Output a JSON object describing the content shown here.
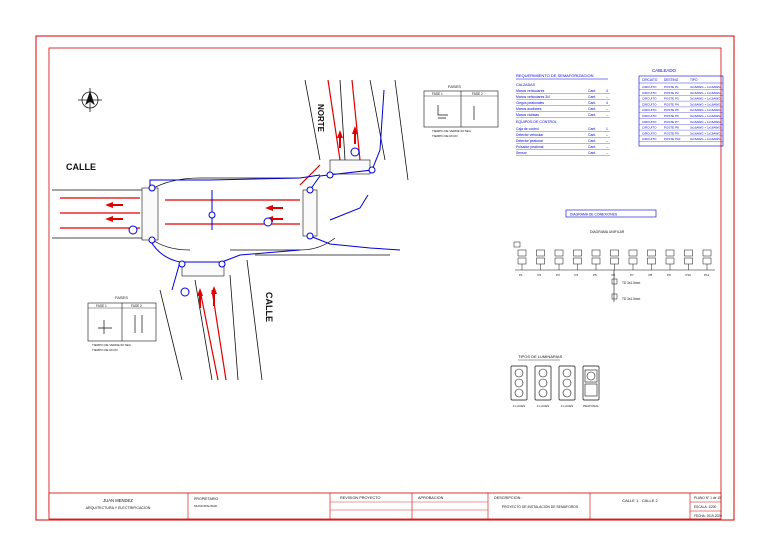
{
  "street_labels": {
    "calle_left": "CALLE",
    "calle_bottom": "CALLE",
    "norte": "NORTE"
  },
  "phase_box_top": {
    "title": "FASES",
    "phase1": "FASE 1",
    "phase2": "FASE 2",
    "legend1": "TIEMPO DE VERDE 60 SEG",
    "legend2": "TIEMPO DE ROJO"
  },
  "phase_box_bottom": {
    "title": "FASES",
    "phase1": "FASE 1",
    "phase2": "FASE 2",
    "legend1": "TIEMPO DE VERDE 60 SEG",
    "legend2": "TIEMPO DE ROJO"
  },
  "requirements": {
    "title": "REQUERIMIENTO DE SEMAFORIZACION",
    "section1": "CALZADAS",
    "rows1": [
      {
        "item": "Manos vehiculares",
        "unit": "Cant.",
        "qty": "4"
      },
      {
        "item": "Manos vehiculares 3/4",
        "unit": "Cant.",
        "qty": "--"
      },
      {
        "item": "Ciegos peatonales",
        "unit": "Cant.",
        "qty": "4"
      },
      {
        "item": "Manos auxiliares",
        "unit": "Cant.",
        "qty": "--"
      },
      {
        "item": "Manos ciclistas",
        "unit": "Cant.",
        "qty": "--"
      }
    ],
    "section2": "EQUIPOS DE CONTROL",
    "rows2": [
      {
        "item": "Caja de control",
        "unit": "Cant.",
        "qty": "1"
      },
      {
        "item": "Detector vehicular",
        "unit": "Cant.",
        "qty": "--"
      },
      {
        "item": "Detector peatonal",
        "unit": "Cant.",
        "qty": "--"
      },
      {
        "item": "Pulsador peatonal",
        "unit": "Cant.",
        "qty": "--"
      },
      {
        "item": "Sensor",
        "unit": "Cant.",
        "qty": "--"
      }
    ]
  },
  "cableado": {
    "title": "CABLEADO",
    "headers": [
      "CIRCUITO",
      "DESTINO",
      "TIPO"
    ],
    "rows": [
      [
        "CIRCUITO",
        "POSTE P1",
        "3x16AWG + 1x16AWG"
      ],
      [
        "CIRCUITO",
        "POSTE P2",
        "3x16AWG + 1x16AWG"
      ],
      [
        "CIRCUITO",
        "POSTE P3",
        "3x16AWG + 1x16AWG"
      ],
      [
        "CIRCUITO",
        "POSTE P4",
        "3x16AWG + 1x16AWG"
      ],
      [
        "CIRCUITO",
        "POSTE P5",
        "3x16AWG + 1x16AWG"
      ],
      [
        "CIRCUITO",
        "POSTE P6",
        "3x16AWG + 1x16AWG"
      ],
      [
        "CIRCUITO",
        "POSTE P7",
        "3x16AWG + 1x16AWG"
      ],
      [
        "CIRCUITO",
        "POSTE P8",
        "3x16AWG + 1x16AWG"
      ],
      [
        "CIRCUITO",
        "POSTE P9",
        "3x16AWG + 1x16AWG"
      ],
      [
        "CIRCUITO",
        "POSTE P10",
        "3x16AWG + 1x16AWG"
      ]
    ]
  },
  "wiring": {
    "title": "DIAGRAMA DE CONEXIONES",
    "subtitle": "DIAGRAMA UNIFILAR",
    "poles": [
      "P1",
      "P2",
      "P3",
      "P4",
      "P5",
      "P6",
      "P7",
      "P8",
      "P9",
      "P10",
      "P11"
    ],
    "note1": "TD 3x1.5mm",
    "note2": "TD 3x1.5mm"
  },
  "lights": {
    "title": "TIPOS DE LUMINARIAS",
    "labels": [
      "3 LUCES",
      "3 LUCES",
      "3 LUCES",
      "PEATONAL"
    ]
  },
  "title_block": {
    "author_name": "JUAN MENDEZ",
    "author_role": "ARQUITECTURA Y ELECTRIFICACION",
    "owner_label": "PROPIETARIO",
    "owner_value": "MUNICIPALIDAD",
    "review_label": "REVISION PROYECTO",
    "approval_label": "APROBACION",
    "description_label": "DESCRIPCION :",
    "description_value": "PROYECTO DE INSTALACION DE SEMAFOROS",
    "location": "CALLE 1 - CALLE 2",
    "sheet_label": "PLANO N° 1 de 10",
    "scale_label": "ESCALA: 1/200",
    "date_label": "FECHA: 2019-2020"
  },
  "colors": {
    "border": "#d40000",
    "blue": "#0000d8",
    "red": "#e00000",
    "ink": "#111111"
  }
}
